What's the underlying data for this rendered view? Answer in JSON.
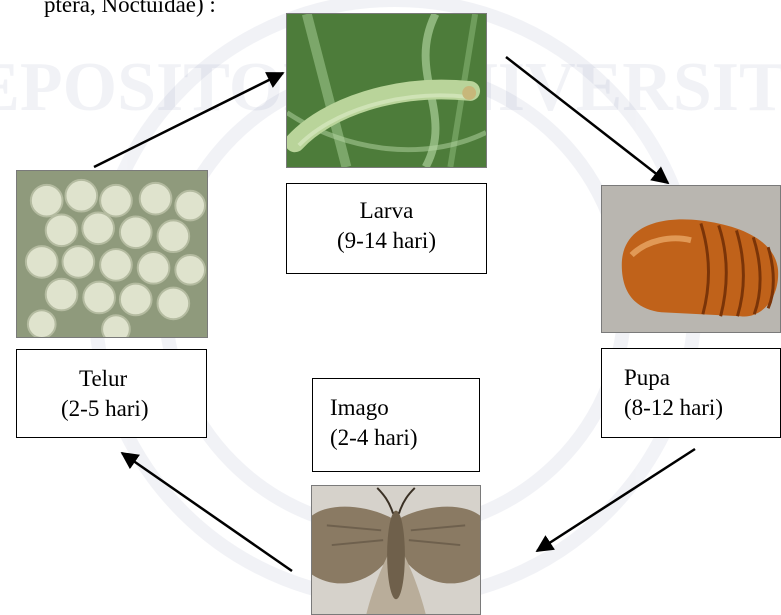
{
  "top_text": "ptera, Noctuidae) :",
  "stages": {
    "larva": {
      "name": "Larva",
      "duration": "(9-14 hari)"
    },
    "pupa": {
      "name": "Pupa",
      "duration": "(8-12 hari)"
    },
    "imago": {
      "name": "Imago",
      "duration": "(2-4 hari)"
    },
    "telur": {
      "name": "Telur",
      "duration": "(2-5 hari)"
    }
  },
  "photos": {
    "larva": "caterpillar on green stem",
    "pupa": "orange-brown pupa",
    "imago": "grey-brown moth",
    "telur": "cluster of pale eggs"
  },
  "watermark_text": "DIGITAL REPOSITORY UNIVERSITAS JEMBER",
  "colors": {
    "arrow": "#000000",
    "box_border": "#000000",
    "larva_bg": "#4f7d3c",
    "pupa_body": "#c0621a",
    "egg": "#e3e6d2",
    "moth": "#8a7a63"
  }
}
